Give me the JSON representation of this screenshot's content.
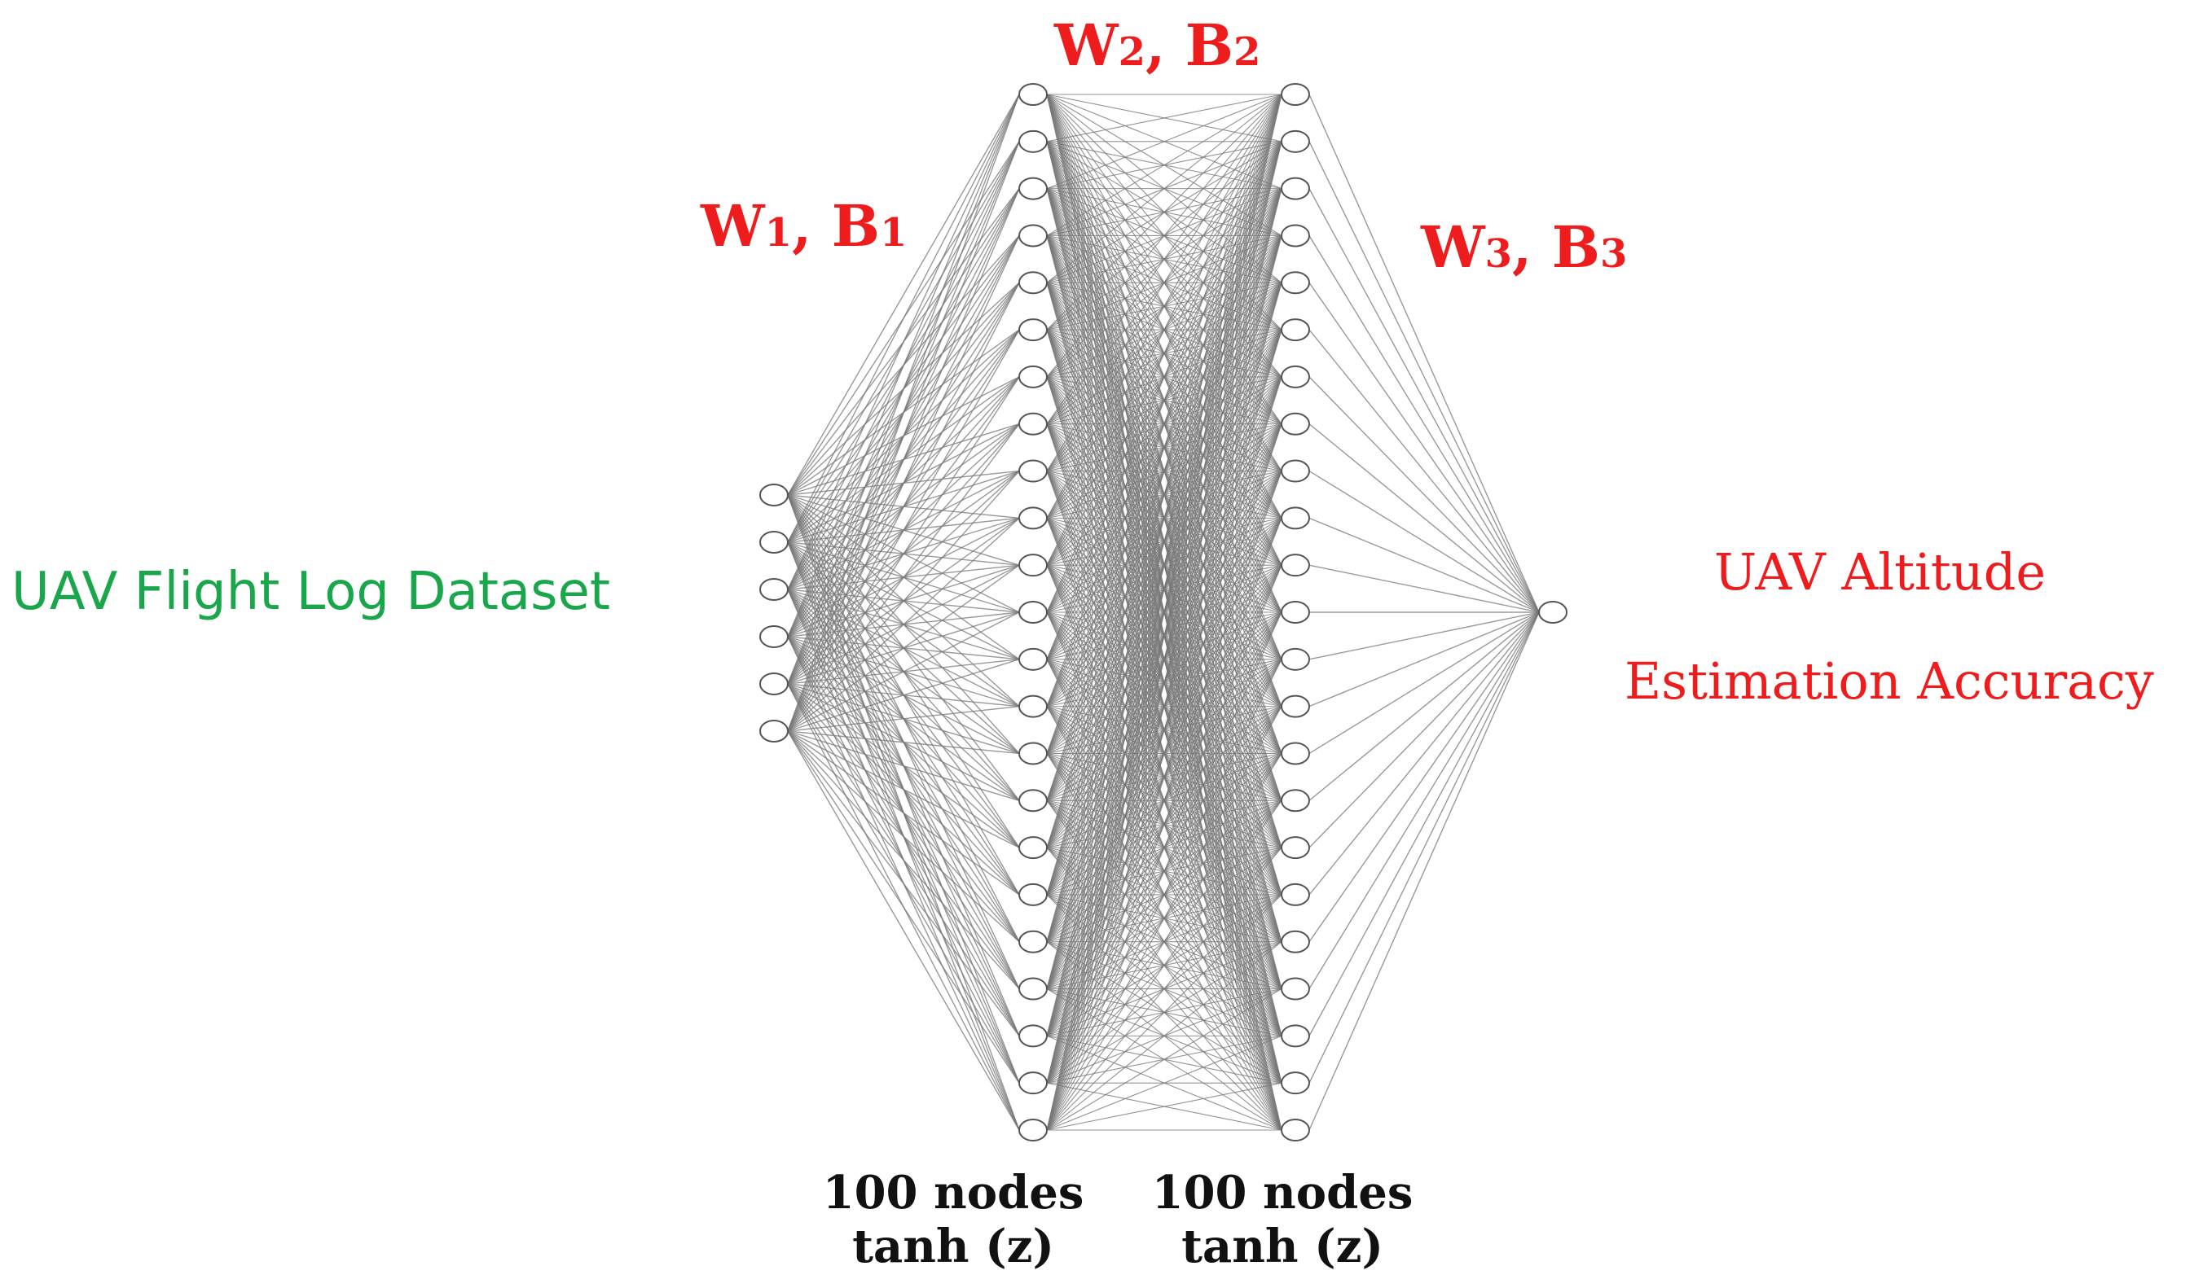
{
  "input_label": "UAV Flight Log Dataset",
  "output_label": {
    "line1": "UAV Altitude",
    "line2": "Estimation Accuracy"
  },
  "weights": {
    "w1": {
      "w": "W",
      "w_sub": "1",
      "sep": ", ",
      "b": "B",
      "b_sub": "1"
    },
    "w2": {
      "w": "W",
      "w_sub": "2",
      "sep": ", ",
      "b": "B",
      "b_sub": "2"
    },
    "w3": {
      "w": "W",
      "w_sub": "3",
      "sep": ", ",
      "b": "B",
      "b_sub": "3"
    }
  },
  "hidden_layers": [
    {
      "nodes_text": "100 nodes",
      "activation_text": "tanh (z)"
    },
    {
      "nodes_text": "100 nodes",
      "activation_text": "tanh (z)"
    }
  ],
  "network": {
    "input_nodes_drawn": 6,
    "hidden1_nodes_drawn": 23,
    "hidden2_nodes_drawn": 23,
    "output_nodes_drawn": 1
  },
  "colors": {
    "input_text": "#1aa64a",
    "output_text": "#ee1c1c",
    "weight_text": "#ee1c1c",
    "caption_text": "#111111",
    "edge": "#777777",
    "node_stroke": "#555555",
    "node_fill": "#ffffff"
  }
}
